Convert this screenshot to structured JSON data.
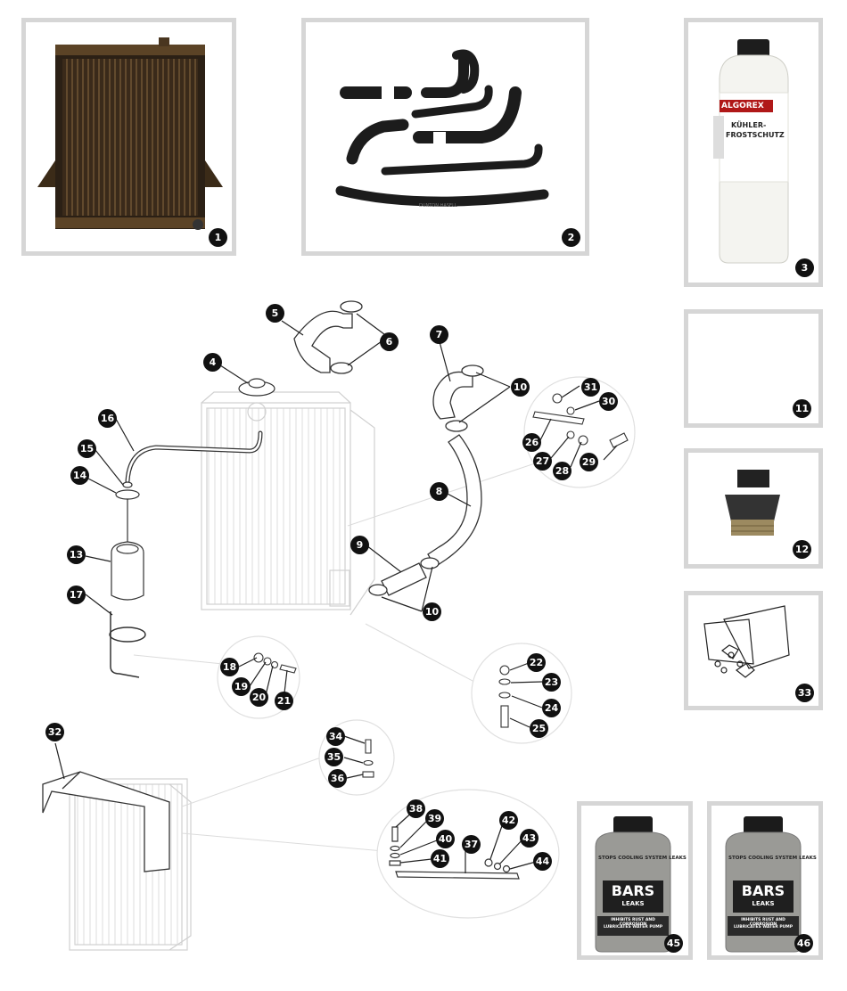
{
  "callouts": [
    "1",
    "2",
    "3",
    "4",
    "5",
    "6",
    "7",
    "8",
    "9",
    "10",
    "11",
    "12",
    "13",
    "14",
    "15",
    "16",
    "17",
    "18",
    "19",
    "20",
    "21",
    "22",
    "23",
    "24",
    "25",
    "26",
    "27",
    "28",
    "29",
    "30",
    "31",
    "32",
    "33",
    "34",
    "35",
    "36",
    "37",
    "38",
    "39",
    "40",
    "41",
    "42",
    "43",
    "44",
    "45",
    "46"
  ],
  "coolant_bottle": {
    "brand": "ALGOREX",
    "title_line1": "KÜHLER-",
    "title_line2": "FROSTSCHUTZ"
  },
  "sealant_bottle": {
    "top_text": "STOPS COOLING SYSTEM LEAKS",
    "brand": "BARS",
    "sub": "LEAKS",
    "bottom_line1": "INHIBITS RUST AND CORROSION",
    "bottom_line2": "LUBRICATES WATER PUMP"
  },
  "hose_print": "DUNTON HASELL"
}
